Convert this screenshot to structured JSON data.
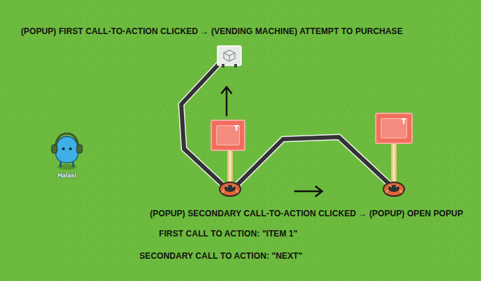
{
  "diagram": {
    "nodes": [
      {
        "text": [
          "T"
        ]
      },
      {
        "text": [
          "T"
        ]
      }
    ],
    "labels": [
      "(POPUP) FIRST CALL-TO-ACTION CLICKED → (VENDING MACHINE) ATTEMPT TO PURCHASE",
      "Halasi",
      "(POPUP) SECONDARY CALL-TO-ACTION CLICKED → (POPUP) OPEN POPUP",
      "FIRST CALL TO ACTION: \"ITEM 1\"",
      "SECONDARY CALL TO ACTION: \"NEXT\""
    ]
  }
}
